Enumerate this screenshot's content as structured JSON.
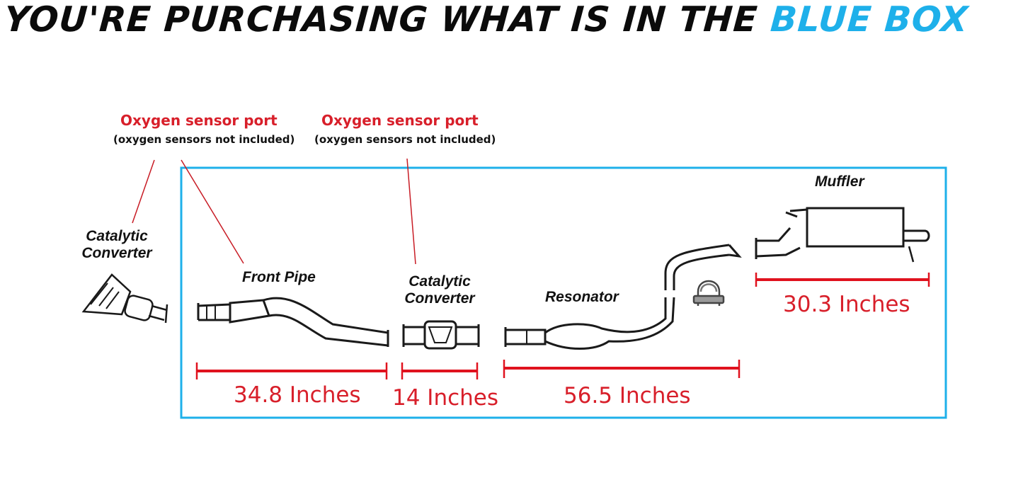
{
  "header": {
    "prefix": "YOU'RE PURCHASING WHAT IS IN THE ",
    "highlight": "BLUE BOX"
  },
  "sensors": [
    {
      "title": "Oxygen sensor port",
      "note": "(oxygen sensors not included)"
    },
    {
      "title": "Oxygen sensor port",
      "note": "(oxygen sensors not included)"
    }
  ],
  "parts": {
    "cat_outside_line1": "Catalytic",
    "cat_outside_line2": "Converter",
    "front_pipe": "Front Pipe",
    "cat_inside_line1": "Catalytic",
    "cat_inside_line2": "Converter",
    "resonator": "Resonator",
    "muffler": "Muffler"
  },
  "measurements": {
    "front_pipe": "34.8 Inches",
    "catalytic": "14 Inches",
    "resonator": "56.5 Inches",
    "muffler": "30.3 Inches"
  },
  "colors": {
    "box_blue": "#1eb0ea",
    "measure_red": "#e0121e",
    "sensor_red": "#d81f2a"
  }
}
